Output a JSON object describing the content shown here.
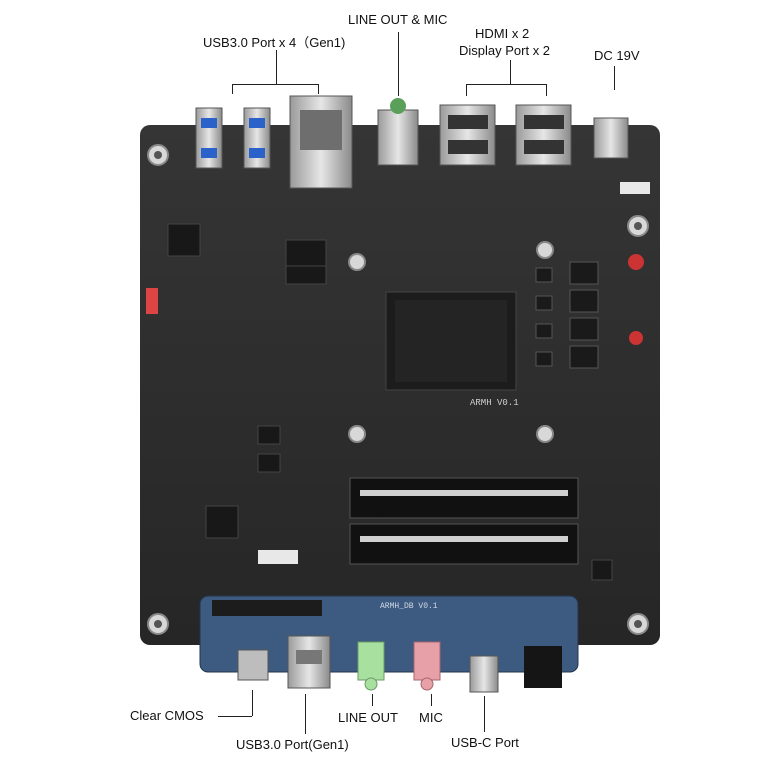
{
  "labels": {
    "usb3_port_x4": "USB3.0 Port x 4（Gen1)",
    "line_out_mic": "LINE OUT & MIC",
    "hdmi_x2": "HDMI x 2",
    "display_port_x2": "Display Port x 2",
    "dc_19v": "DC 19V",
    "clear_cmos": "Clear CMOS",
    "usb3_port_single": "USB3.0 Port(Gen1)",
    "line_out": "LINE OUT",
    "mic": "MIC",
    "usb_c_port": "USB-C Port"
  },
  "board_silkscreen": {
    "model": "ARMH V0.1",
    "io_board": "ARMH_DB V0.1"
  },
  "colors": {
    "pcb": "#2b2b2b",
    "io_board": "#3d5a80",
    "line_out_jack": "#a8e0a0",
    "mic_jack": "#e8a0a8",
    "metal": "#c8c8c8"
  }
}
